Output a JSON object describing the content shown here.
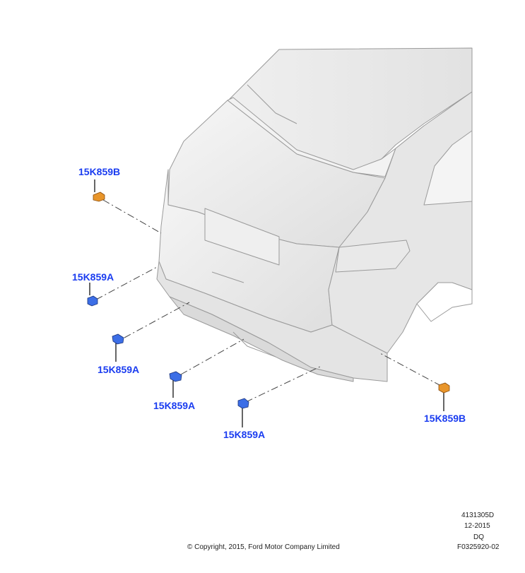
{
  "callouts": {
    "part_b_left": "15K859B",
    "part_a_1": "15K859A",
    "part_a_2": "15K859A",
    "part_a_3": "15K859A",
    "part_a_4": "15K859A",
    "part_b_right": "15K859B"
  },
  "footer": {
    "code1": "4131305D",
    "date": "12-2015",
    "model": "DQ",
    "figure": "F0325920-02",
    "copyright": "© Copyright, 2015, Ford Motor Company Limited"
  },
  "colors": {
    "callout": "#1a3cf0",
    "sensor_b": "#e8952a",
    "sensor_a": "#3c6ee6",
    "body_fill": "#ececec",
    "body_line": "#9a9a9a"
  }
}
